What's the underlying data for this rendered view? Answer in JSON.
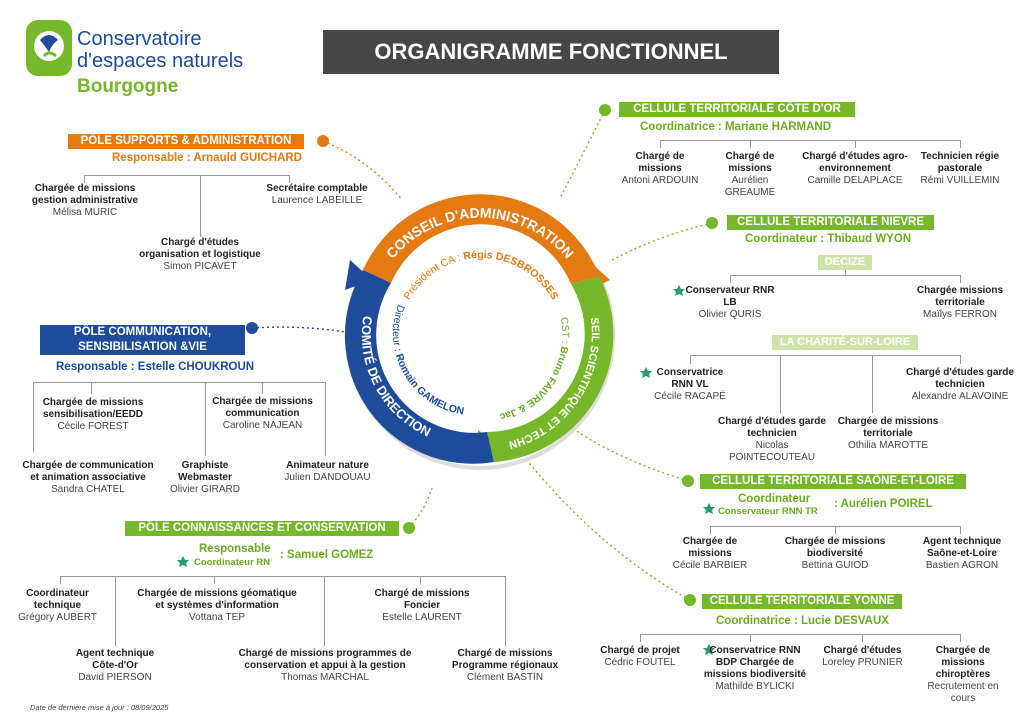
{
  "colors": {
    "orange": "#e57a12",
    "blue": "#1f4b9b",
    "green": "#77b82a",
    "dark": "#464646"
  },
  "logo": {
    "line1": "Conservatoire",
    "line2": "d'espaces naturels",
    "region": "Bourgogne"
  },
  "title": "ORGANIGRAMME FONCTIONNEL",
  "update": "Date de dernière mise à jour : 08/09/2025",
  "center": {
    "ca_title": "CONSEIL D'ADMINISTRATION",
    "ca_prefix": "Président CA : ",
    "ca_name": "Régis DESBROSSES",
    "cst_title": "CONSEIL SCIENTIFIQUE ET TECHNIQUE",
    "cst_prefix": "Co-Présidents CST : ",
    "cst_name": "Bruno FAIVRE & Jacques MUDRY",
    "cd_title": "COMITÉ DE DIRECTION",
    "cd_prefix": "Directeur : ",
    "cd_name": "Romain GAMELON"
  },
  "support": {
    "header": "PÔLE SUPPORTS & ADMINISTRATION",
    "resp": "Responsable : Arnauld GUICHARD",
    "p1_role": "Chargée de missions gestion administrative",
    "p1_name": "Mélisa MURIC",
    "p2_role": "Secrétaire comptable",
    "p2_name": "Laurence LABEILLE",
    "p3_role": "Chargé d'études organisation et logistique",
    "p3_name": "Simon PICAVET"
  },
  "comm": {
    "header1": "PÔLE COMMUNICATION,",
    "header2": "SENSIBILISATION &VIE ASSOCIATIVE",
    "resp": "Responsable : Estelle CHOUKROUN",
    "p1_role": "Chargée de missions sensibilisation/EEDD",
    "p1_name": "Cécile FOREST",
    "p2_role": "Chargée de missions communication",
    "p2_name": "Caroline NAJEAN",
    "p3_role": "Chargée de communication et animation associative",
    "p3_name": "Sandra CHATEL",
    "p4_role": "Graphiste Webmaster",
    "p4_name": "Olivier GIRARD",
    "p5_role": "Animateur nature",
    "p5_name": "Julien DANDOUAU"
  },
  "conn": {
    "header": "PÔLE CONNAISSANCES ET CONSERVATION",
    "resp_label": "Responsable",
    "resp_sub": "Coordinateur RN",
    "resp_name": ": Samuel GOMEZ",
    "p1_role": "Coordinateur technique",
    "p1_name": "Grégory AUBERT",
    "p2_role": "Chargée de missions géomatique et systèmes d'information",
    "p2_name": "Vottana TEP",
    "p3_role": "Chargé de missions Foncier",
    "p3_name": "Estelle LAURENT",
    "p4_role": "Agent technique Côte-d'Or",
    "p4_name": "David PIERSON",
    "p5_role": "Chargé de missions programmes de conservation et appui à la gestion",
    "p5_name": "Thomas MARCHAL",
    "p6_role": "Chargé de missions Programme régionaux",
    "p6_name": "Clément BASTIN"
  },
  "cote": {
    "header": "CELLULE TERRITORIALE CÔTE D'OR",
    "coord": "Coordinatrice : Mariane HARMAND",
    "p1_role": "Chargé de missions",
    "p1_name": "Antoni ARDOUIN",
    "p2_role": "Chargé de missions",
    "p2_name": "Aurélien GREAUME",
    "p3_role": "Chargé d'études agro-environnement",
    "p3_name": "Camille DELAPLACE",
    "p4_role": "Technicien régie pastorale",
    "p4_name": "Rémi VUILLEMIN"
  },
  "nievre": {
    "header": "CELLULE TERRITORIALE NIEVRE",
    "coord": "Coordinateur : Thibaud WYON",
    "site1": "DECIZE",
    "site2": "LA CHARITÉ-SUR-LOIRE",
    "p1_role": "Conservateur RNR LB",
    "p1_name": "Olivier QURIS",
    "p2_role": "Chargée missions territoriale",
    "p2_name": "Maïlys FERRON",
    "p3_role": "Conservatrice RNN VL",
    "p3_name": "Cécile RACAPÉ",
    "p4_role": "Chargé d'études garde technicien",
    "p4_name": "Alexandre ALAVOINE",
    "p5_role": "Chargé d'études garde technicien",
    "p5_name": "Nicolas POINTECOUTEAU",
    "p6_role": "Chargée de missions territoriale",
    "p6_name": "Othilia MAROTTE"
  },
  "saone": {
    "header": "CELLULE TERRITORIALE SAÔNE-ET-LOIRE",
    "coord_label": "Coordinateur",
    "coord_sub": "Conservateur RNN TR",
    "coord_name": ": Aurélien POIREL",
    "p1_role": "Chargée de missions",
    "p1_name": "Cécile BARBIER",
    "p2_role": "Chargée de missions biodiversité",
    "p2_name": "Bettina GUIOD",
    "p3_role": "Agent technique Saône-et-Loire",
    "p3_name": "Bastien AGRON"
  },
  "yonne": {
    "header": "CELLULE TERRITORIALE YONNE",
    "coord": "Coordinatrice : Lucie DESVAUX",
    "p1_role": "Chargé de projet",
    "p1_name": "Cédric FOUTEL",
    "p2_role": "Conservatrice RNN BDP Chargée de missions biodiversité",
    "p2_name": "Mathilde BYLICKI",
    "p3_role": "Chargé d'études",
    "p3_name": "Loreley PRUNIER",
    "p4_role": "Chargée de missions chiroptères",
    "p4_name": "Recrutement en cours"
  }
}
